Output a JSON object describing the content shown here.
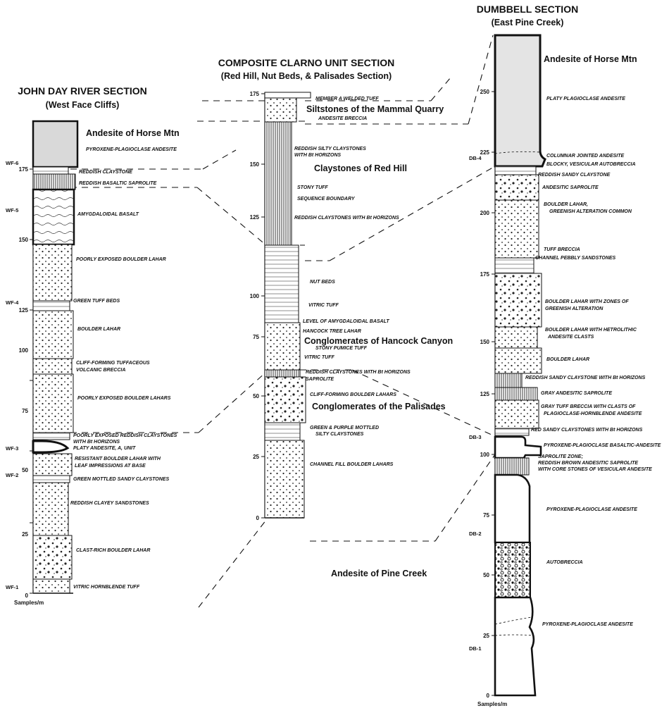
{
  "titles": {
    "john_day_title": "JOHN DAY RIVER SECTION",
    "john_day_subtitle": "(West Face Cliffs)",
    "composite_title": "COMPOSITE CLARNO UNIT SECTION",
    "composite_subtitle": "(Red Hill, Nut Beds, & Palisades Section)",
    "dumbbell_title": "DUMBBELL SECTION",
    "dumbbell_subtitle": "(East Pine Creek)"
  },
  "john_day": {
    "ticks": [
      "175",
      "150",
      "125",
      "100",
      "75",
      "50",
      "25",
      "0"
    ],
    "samples": [
      "WF-6",
      "WF-5",
      "WF-4",
      "WF-3",
      "WF-2",
      "WF-1"
    ],
    "axis_label": "Samples/m",
    "unit_name": "Andesite of Horse Mtn",
    "labels": {
      "pyroxene": "PYROXENE-PLAGIOCLASE ANDESITE",
      "claystone": "REDDISH CLAYSTONE",
      "saprolite": "REDDISH BASALTIC SAPROLITE",
      "basalt": "AMYGDALOIDAL BASALT",
      "poorly1": "POORLY EXPOSED BOULDER LAHAR",
      "green_tuff": "GREEN TUFF BEDS",
      "boulder": "BOULDER LAHAR",
      "cliff1": "CLIFF-FORMING TUFFACEOUS",
      "cliff2": "VOLCANIC BRECCIA",
      "poorly2": "POORLY EXPOSED BOULDER LAHARS",
      "poorly3a": "POORLY EXPOSED REDDISH CLAYSTONES",
      "poorly3b": "WITH Bt HORIZONS",
      "platy": "PLATY ANDESITE, A, UNIT",
      "resistant1": "RESISTANT BOULDER LAHAR WITH",
      "resistant2": "LEAF IMPRESSIONS AT BASE",
      "green_mottled": "GREEN MOTTLED SANDY CLAYSTONES",
      "clayey": "REDDISH CLAYEY SANDSTONES",
      "clast": "CLAST-RICH BOULDER LAHAR",
      "vitric": "VITRIC HORNBLENDE TUFF"
    }
  },
  "composite": {
    "ticks": [
      "175",
      "150",
      "125",
      "100",
      "75",
      "50",
      "25",
      "0"
    ],
    "big": {
      "mammal": "Siltstones of the Mammal Quarry",
      "red_hill": "Claystones of Red Hill",
      "hancock": "Conglomerates of Hancock Canyon",
      "palisades": "Conglomerates of the Palisades",
      "pine_creek": "Andesite of Pine Creek"
    },
    "labels": {
      "member": "MEMBER A WELDED TUFF",
      "breccia": "ANDESITE BRECCIA",
      "silty1": "REDDISH SILTY CLAYSTONES",
      "silty2": "WITH Bt HORIZONS",
      "stony": "STONY TUFF",
      "sequence": "SEQUENCE BOUNDARY",
      "reddish_bt": "REDDISH CLAYSTONES WITH Bt HORIZONS",
      "nut": "NUT BEDS",
      "vitric": "VITRIC TUFF",
      "level": "LEVEL OF AMYGDALOIDAL BASALT",
      "hancock_tree": "HANCOCK TREE LAHAR",
      "stony_pumice": "STONY PUMICE TUFF",
      "vitric2": "VITRIC TUFF",
      "reddish_bt2": "REDDISH CLAYSTONES WITH Bt HORIZONS",
      "saprolite": "SAPROLITE",
      "cliff": "CLIFF-FORMING BOULDER LAHARS",
      "green_purple1": "GREEN & PURPLE MOTTLED",
      "green_purple2": "SILTY CLAYSTONES",
      "channel": "CHANNEL FILL BOULDER LAHARS"
    }
  },
  "dumbbell": {
    "ticks": [
      "250",
      "225",
      "200",
      "175",
      "150",
      "125",
      "100",
      "75",
      "50",
      "25",
      "0"
    ],
    "samples": [
      "DB-4",
      "DB-3",
      "DB-2",
      "DB-1"
    ],
    "axis_label": "Samples/m",
    "unit_name": "Andesite of Horse Mtn",
    "labels": {
      "platy": "PLATY PLAGIOCLASE ANDESITE",
      "columnar": "COLUMNAR JOINTED ANDESITE",
      "blocky": "BLOCKY, VESICULAR AUTOBRECCIA",
      "sandy": "REDDISH SANDY CLAYSTONE",
      "andesitic": "ANDESITIC SAPROLITE",
      "boulder1": "BOULDER LAHAR,",
      "boulder2": "GREENISH ALTERATION COMMON",
      "tuff": "TUFF BRECCIA",
      "channel": "CHANNEL PEBBLY SANDSTONES",
      "zones1": "BOULDER LAHAR WITH ZONES OF",
      "zones2": "GREENISH ALTERATION",
      "hetro1": "BOULDER LAHAR WITH HETROLITHIC",
      "hetro2": "ANDESITE CLASTS",
      "boulder3": "BOULDER LAHAR",
      "reddish_bt": "REDDISH SANDY CLAYSTONE WITH Bt HORIZONS",
      "gray_sap": "GRAY ANDESITIC SAPROLITE",
      "gray_tuff1": "GRAY TUFF BRECCIA WITH CLASTS OF",
      "gray_tuff2": "PLAGIOCLASE-HORNBLENDE ANDESITE",
      "red_sandy": "RED SANDY CLAYSTONES WITH Bt HORIZONS",
      "pyro_bas": "PYROXENE-PLAGIOCLASE BASALTIC-ANDESITE",
      "sap_zone": "SAPROLITE ZONE;",
      "sap2": "REDDISH BROWN ANDESITIC SAPROLITE",
      "sap3": "WITH CORE STONES OF VESICULAR ANDESITE",
      "pyro1": "PYROXENE-PLAGIOCLASE ANDESITE",
      "auto": "AUTOBRECCIA",
      "pyro2": "PYROXENE-PLAGIOCLASE ANDESITE"
    }
  }
}
